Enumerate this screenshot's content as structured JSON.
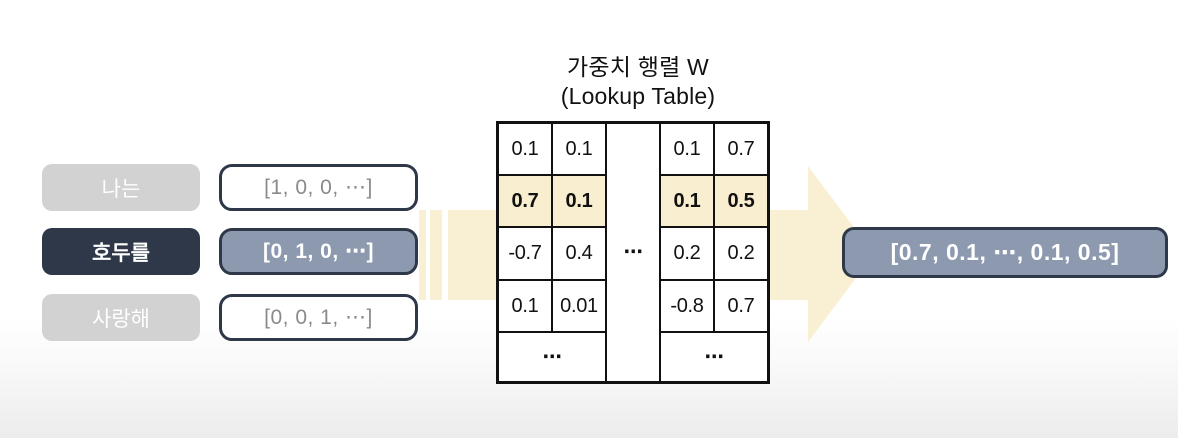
{
  "title": {
    "line1": "가중치 행렬 W",
    "line2": "(Lookup Table)"
  },
  "input_words": [
    {
      "label": "나는",
      "vector": "[1, 0, 0, ⋯]",
      "state": "inactive"
    },
    {
      "label": "호두를",
      "vector": "[0, 1, 0, ⋯]",
      "state": "selected"
    },
    {
      "label": "사랑해",
      "vector": "[0, 0, 1, ⋯]",
      "state": "inactive"
    }
  ],
  "matrix": {
    "rows": [
      {
        "cells": [
          "0.1",
          "0.1",
          "0.1",
          "0.7"
        ],
        "highlighted": false
      },
      {
        "cells": [
          "0.7",
          "0.1",
          "0.1",
          "0.5"
        ],
        "highlighted": true
      },
      {
        "cells": [
          "-0.7",
          "0.4",
          "0.2",
          "0.2"
        ],
        "highlighted": false
      },
      {
        "cells": [
          "0.1",
          "0.01",
          "-0.8",
          "0.7"
        ],
        "highlighted": false
      }
    ],
    "middle_ellipsis": "⋯",
    "bottom_ellipsis_left": "⋯",
    "bottom_ellipsis_right": "⋯"
  },
  "output_vector": "[0.7, 0.1, ⋯, 0.1, 0.5]",
  "colors": {
    "accent_navy": "#2e3849",
    "accent_bluegray": "#8c99af",
    "inactive_gray": "#d2d2d2",
    "arrow_cream": "#f9efd2",
    "highlight_cream": "#f9eed0",
    "matrix_border": "#111111"
  }
}
